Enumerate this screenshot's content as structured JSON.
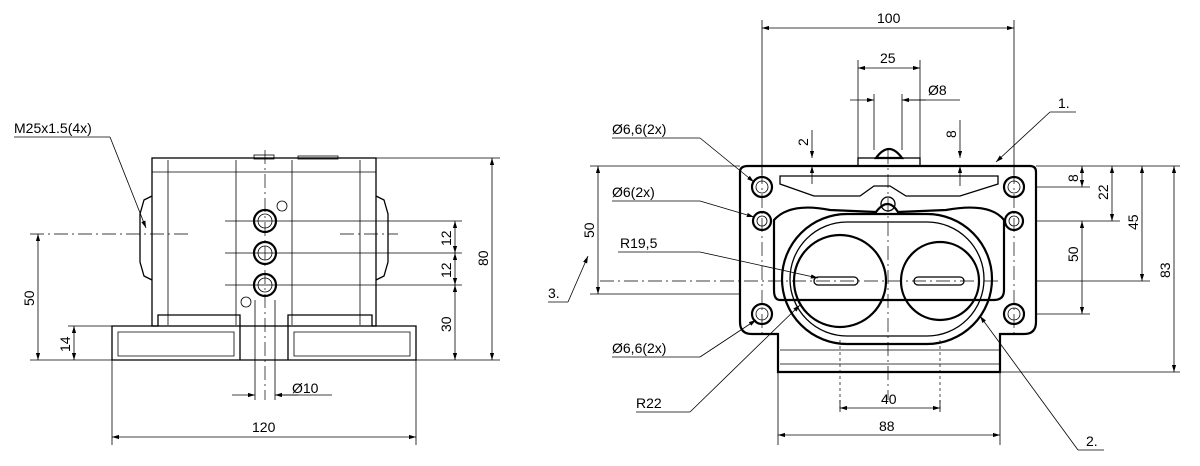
{
  "left_view": {
    "thread_label": "M25x1.5(4x)",
    "dim_width": "120",
    "dim_height_total": "80",
    "dim_height_mid": "50",
    "dim_base": "14",
    "dim_pitch_1": "12",
    "dim_pitch_2": "12",
    "dim_offset": "30",
    "dim_hole": "Ø10"
  },
  "right_view": {
    "dim_top_width": "100",
    "dim_plunger_width": "25",
    "dim_plunger_dia": "Ø8",
    "dim_plunger_stroke": "8",
    "dim_top_gap": "2",
    "dim_holes_top": "Ø6,6(2x)",
    "dim_holes_mid": "Ø6(2x)",
    "dim_holes_bottom": "Ø6,6(2x)",
    "dim_radius_inner": "R19,5",
    "dim_radius_outer": "R22",
    "dim_height_left": "50",
    "dim_r_8": "8",
    "dim_r_22": "22",
    "dim_r_45": "45",
    "dim_r_50": "50",
    "dim_r_83": "83",
    "dim_bottom_40": "40",
    "dim_bottom_88": "88",
    "callout_1": "1.",
    "callout_2": "2.",
    "callout_3": "3."
  }
}
